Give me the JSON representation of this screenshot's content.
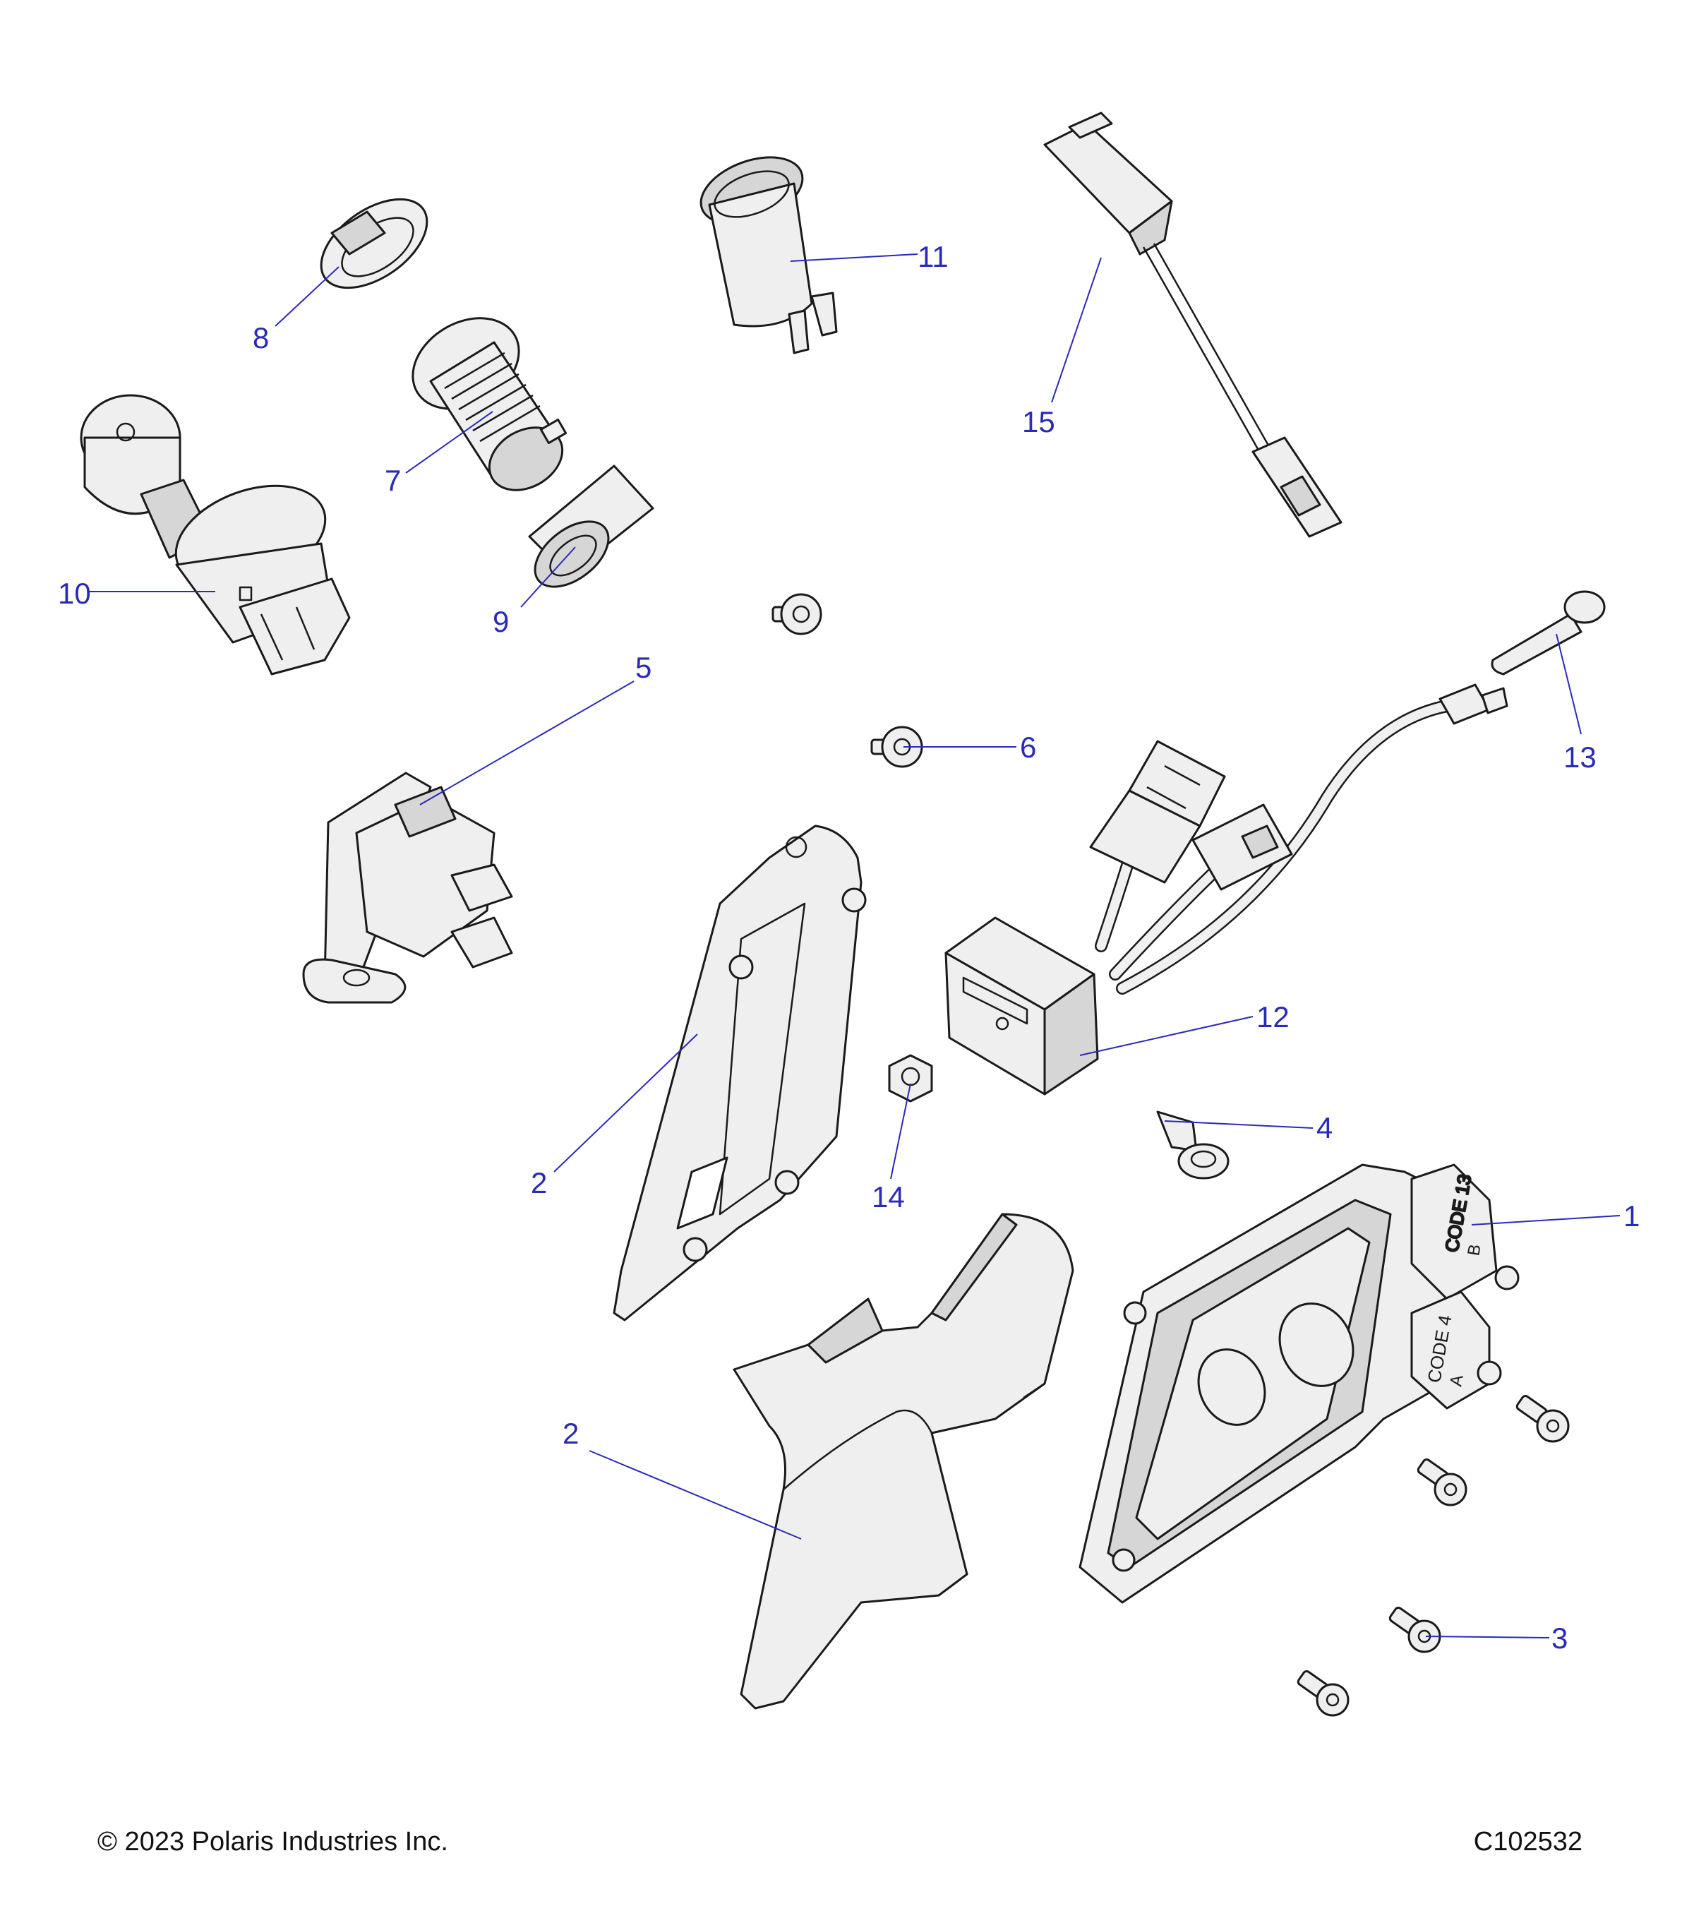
{
  "callouts": [
    {
      "id": "c1",
      "text": "1"
    },
    {
      "id": "c2a",
      "text": "2"
    },
    {
      "id": "c2b",
      "text": "2"
    },
    {
      "id": "c3",
      "text": "3"
    },
    {
      "id": "c4",
      "text": "4"
    },
    {
      "id": "c5",
      "text": "5"
    },
    {
      "id": "c6",
      "text": "6"
    },
    {
      "id": "c7",
      "text": "7"
    },
    {
      "id": "c8",
      "text": "8"
    },
    {
      "id": "c9",
      "text": "9"
    },
    {
      "id": "c10",
      "text": "10"
    },
    {
      "id": "c11",
      "text": "11"
    },
    {
      "id": "c12",
      "text": "12"
    },
    {
      "id": "c13",
      "text": "13"
    },
    {
      "id": "c14",
      "text": "14"
    },
    {
      "id": "c15",
      "text": "15"
    }
  ],
  "module_labels": {
    "code_13": "CODE 13",
    "code_4": "CODE 4",
    "letter_b": "B",
    "letter_a": "A"
  },
  "footer": {
    "copyright": "© 2023 Polaris Industries Inc.",
    "drawing_id": "C102532"
  }
}
